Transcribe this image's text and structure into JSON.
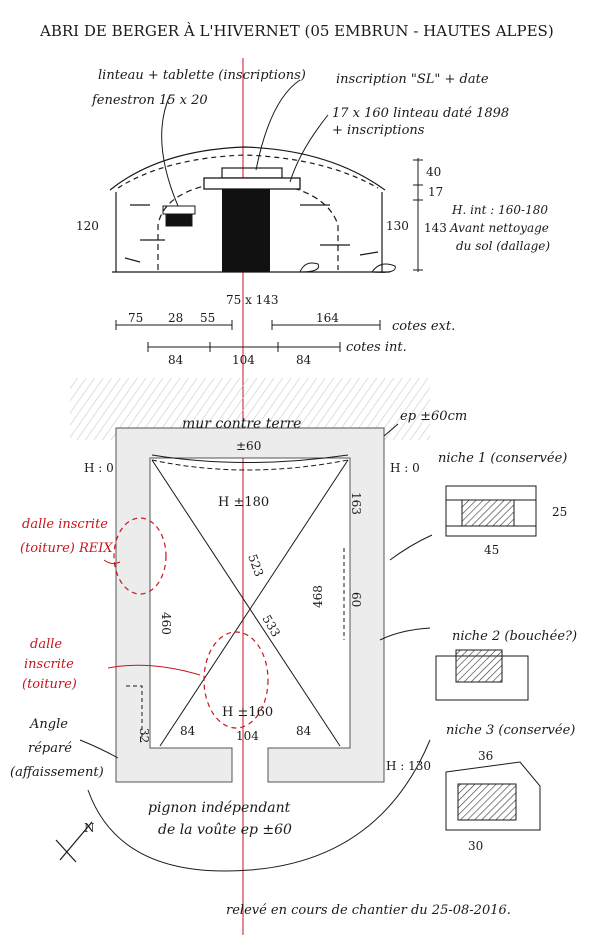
{
  "title": "ABRI DE BERGER À L'HIVERNET (05 EMBRUN - HAUTES ALPES)",
  "elevation": {
    "label_lintel_tablet": "linteau + tablette (inscriptions)",
    "label_window": "fenestron 15 x 20",
    "label_inscription": "inscription \"SL\" + date",
    "label_lintel_date_1": "17 x 160 linteau daté 1898",
    "label_lintel_date_2": "+ inscriptions",
    "height_left": "120",
    "height_right": "130",
    "vert_40": "40",
    "vert_17": "17",
    "vert_143": "143",
    "hint_1": "H. int : 160-180",
    "hint_2": "Avant nettoyage",
    "hint_3": "du sol (dallage)",
    "door_dim": "75 x 143",
    "ext_75": "75",
    "ext_28": "28",
    "ext_55": "55",
    "ext_164": "164",
    "label_ext": "cotes ext.",
    "int_84a": "84",
    "int_104": "104",
    "int_84b": "84",
    "label_int": "cotes int."
  },
  "plan": {
    "mur_contre_terre": "mur contre terre",
    "ep_back": "ep ±60cm",
    "h_back": "±60",
    "h_left": "H : 0",
    "h_right": "H : 0",
    "h180": "H ±180",
    "h160": "H ±160",
    "d_460": "460",
    "d_468": "468",
    "d_163": "163",
    "d_60": "60",
    "d_523": "523",
    "d_533": "533",
    "d_32": "32",
    "d_84a": "84",
    "d_104": "104",
    "d_84b": "84",
    "h130": "H : 130",
    "red_1a": "dalle inscrite",
    "red_1b": "(toiture) REIX",
    "red_2a": "dalle",
    "red_2b": "inscrite",
    "red_2c": "(toiture)",
    "angle_1": "Angle",
    "angle_2": "réparé",
    "angle_3": "(affaissement)",
    "pignon_1": "pignon indépendant",
    "pignon_2": "de la voûte ep ±60",
    "north": "N"
  },
  "niches": {
    "n1": "niche 1 (conservée)",
    "n1_w": "45",
    "n1_h": "25",
    "n2": "niche 2 (bouchée?)",
    "n3": "niche 3 (conservée)",
    "n3_w1": "36",
    "n3_w2": "30"
  },
  "footer": "relevé en cours de chantier du 25-08-2016.",
  "colors": {
    "ink": "#1a1a1a",
    "red": "#c8141e",
    "shade": "#bfbfbf"
  }
}
